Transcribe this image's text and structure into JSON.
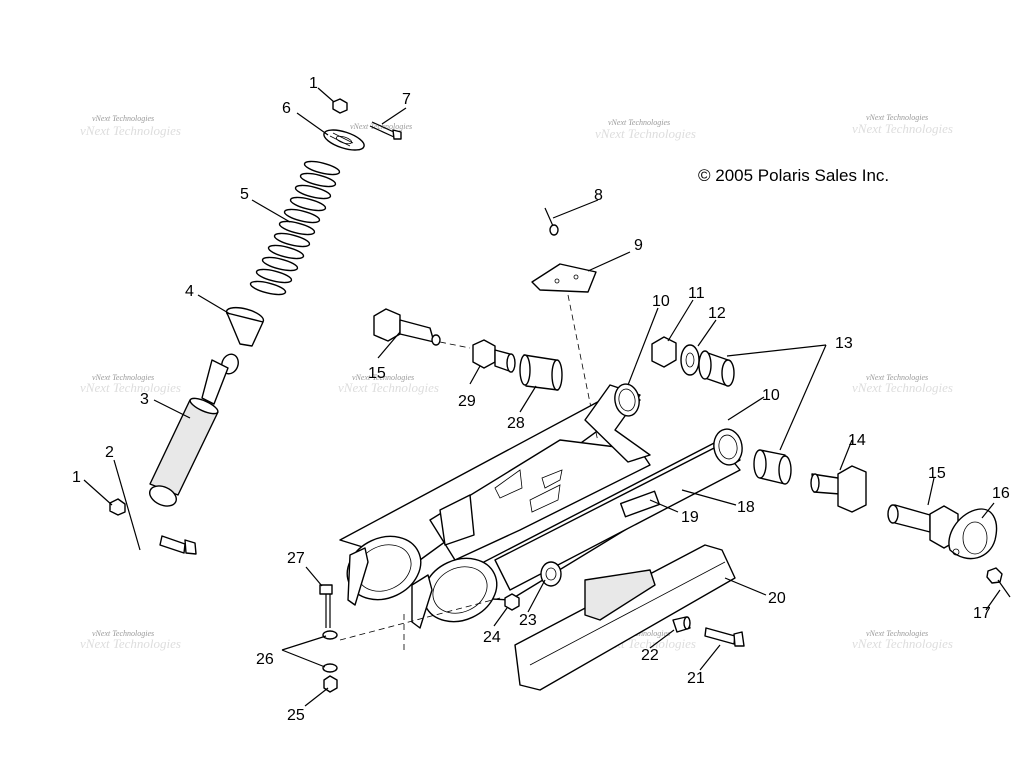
{
  "copyright": "© 2005 Polaris Sales Inc.",
  "watermark": "vNext Technologies",
  "callouts": {
    "c1a": "1",
    "c1b": "1",
    "c2": "2",
    "c3": "3",
    "c4": "4",
    "c5": "5",
    "c6": "6",
    "c7": "7",
    "c8": "8",
    "c9": "9",
    "c10a": "10",
    "c10b": "10",
    "c11": "11",
    "c12": "12",
    "c13": "13",
    "c14": "14",
    "c15a": "15",
    "c15b": "15",
    "c16": "16",
    "c17": "17",
    "c18": "18",
    "c19": "19",
    "c20": "20",
    "c21": "21",
    "c22": "22",
    "c23": "23",
    "c24": "24",
    "c25": "25",
    "c26": "26",
    "c27": "27",
    "c28": "28",
    "c29": "29"
  }
}
